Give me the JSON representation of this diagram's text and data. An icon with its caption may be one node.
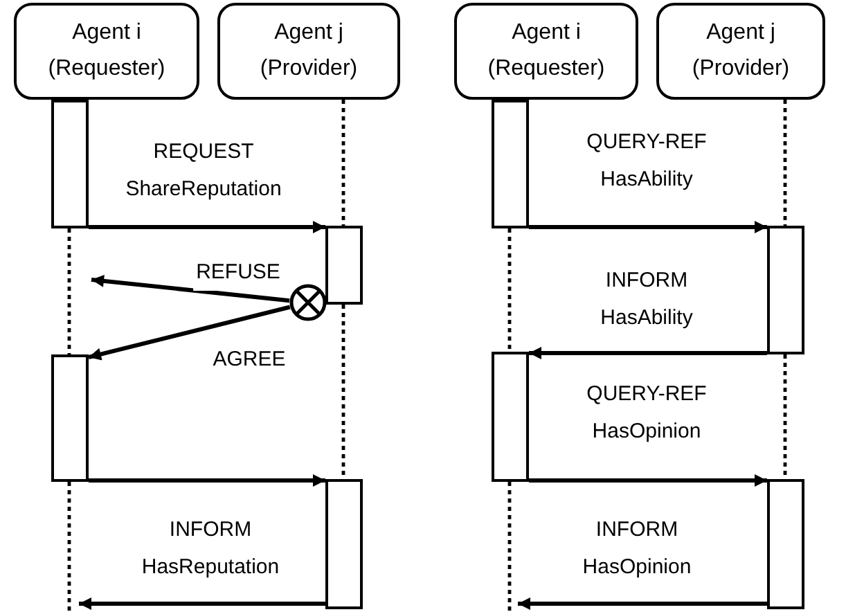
{
  "diagram": {
    "nodes": [
      {
        "text": [
          "Agent i (Requester)"
        ]
      },
      {
        "text": [
          "Agent j (Provider)"
        ]
      },
      {
        "text": [],
        "shape": "box"
      },
      {
        "text": [],
        "shape": "box"
      },
      {
        "text": [],
        "shape": "circle"
      },
      {
        "text": [],
        "shape": "box"
      },
      {
        "text": [],
        "shape": "box"
      },
      {
        "text": [
          "Agent i (Requester)"
        ]
      },
      {
        "text": [
          "Agent j (Provider)"
        ]
      },
      {
        "text": [],
        "shape": "box"
      },
      {
        "text": [],
        "shape": "box"
      },
      {
        "text": [],
        "shape": "box"
      },
      {
        "text": [],
        "shape": "box"
      }
    ],
    "edges": [
      {
        "from": 2,
        "to": 3,
        "arrow": "to",
        "label": "REQUEST ShareReputation"
      },
      {
        "from": 4,
        "to": null,
        "arrow": "to",
        "label": "REFUSE"
      },
      {
        "from": 4,
        "to": 5,
        "arrow": "to",
        "label": "AGREE"
      },
      {
        "from": 5,
        "to": 6,
        "arrow": "to"
      },
      {
        "from": 6,
        "to": null,
        "arrow": "to",
        "label": "INFORM HasReputation"
      },
      {
        "from": 9,
        "to": 10,
        "arrow": "to",
        "label": "QUERY-REF HasAbility"
      },
      {
        "from": 10,
        "to": 11,
        "arrow": "to",
        "label": "INFORM HasAbility"
      },
      {
        "from": 11,
        "to": 12,
        "arrow": "to",
        "label": "QUERY-REF HasOpinion"
      },
      {
        "from": 12,
        "to": null,
        "arrow": "to",
        "label": "INFORM HasOpinion"
      },
      {
        "from": 2,
        "to": 5,
        "arrow": "none",
        "style": "dashed"
      },
      {
        "from": 5,
        "to": null,
        "arrow": "none",
        "style": "dashed"
      },
      {
        "from": 1,
        "to": 3,
        "arrow": "none",
        "style": "dashed"
      },
      {
        "from": 3,
        "to": 6,
        "arrow": "none",
        "style": "dashed"
      },
      {
        "from": 9,
        "to": 11,
        "arrow": "none",
        "style": "dashed"
      },
      {
        "from": 11,
        "to": null,
        "arrow": "none",
        "style": "dashed"
      },
      {
        "from": 8,
        "to": 10,
        "arrow": "none",
        "style": "dashed"
      },
      {
        "from": 10,
        "to": 12,
        "arrow": "none",
        "style": "dashed"
      }
    ]
  }
}
